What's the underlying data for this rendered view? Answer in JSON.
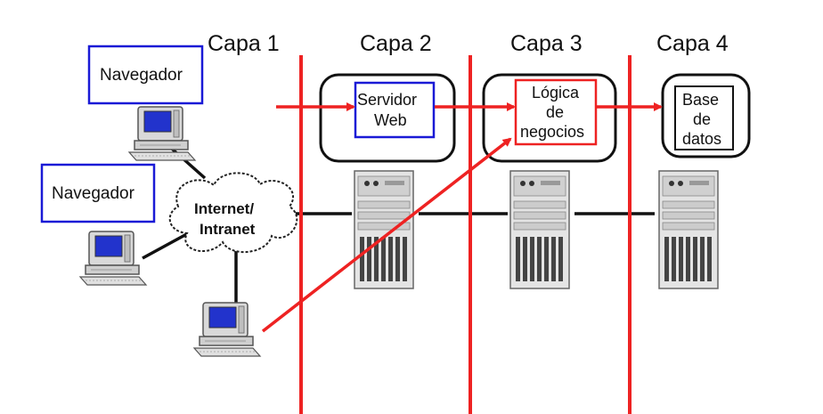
{
  "layers": [
    {
      "title": "Capa 1"
    },
    {
      "title": "Capa 2"
    },
    {
      "title": "Capa 3"
    },
    {
      "title": "Capa 4"
    }
  ],
  "clients": {
    "browser_label_top": "Navegador",
    "browser_label_middle": "Navegador"
  },
  "network": {
    "line1": "Internet/",
    "line2": "Intranet"
  },
  "tiers": {
    "web_server": {
      "line1": "Servidor",
      "line2": "Web"
    },
    "business_logic": {
      "line1": "Lógica",
      "line2": "de",
      "line3": "negocios"
    },
    "database": {
      "line1": "Base",
      "line2": "de",
      "line3": "datos"
    }
  },
  "colors": {
    "flow_red": "#ee2222",
    "box_blue": "#1a1ad6",
    "screen_blue": "#2233cc",
    "network_black": "#111111"
  }
}
